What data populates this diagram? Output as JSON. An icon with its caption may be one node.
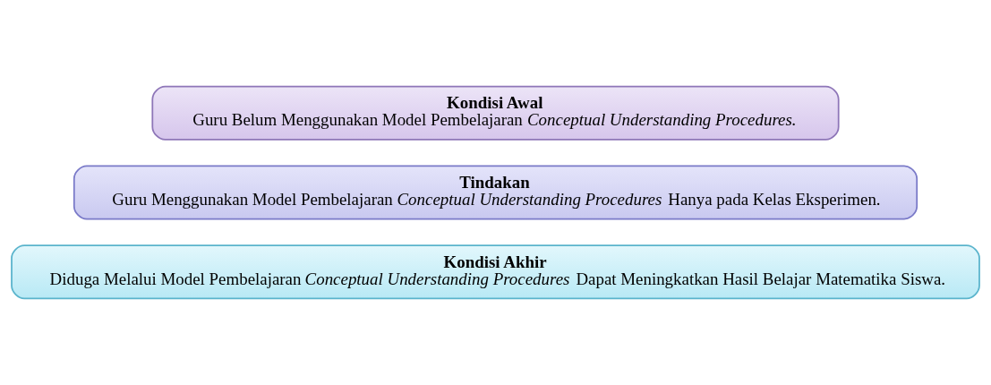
{
  "diagram": {
    "nodes": [
      {
        "text": [
          "Kondisi Awal",
          "Guru Belum Menggunakan Model Pembelajaran *Conceptual Understanding Procedures.*"
        ]
      },
      {
        "text": [
          "Tindakan",
          "Guru Menggunakan Model Pembelajaran *Conceptual Understanding Procedures* Hanya pada Kelas Eksperimen."
        ]
      },
      {
        "text": [
          "Kondisi Akhir",
          "Diduga Melalui Model Pembelajaran *Conceptual Understanding Procedures* Dapat Meningkatkan Hasil Belajar Matematika Siswa."
        ]
      }
    ]
  }
}
